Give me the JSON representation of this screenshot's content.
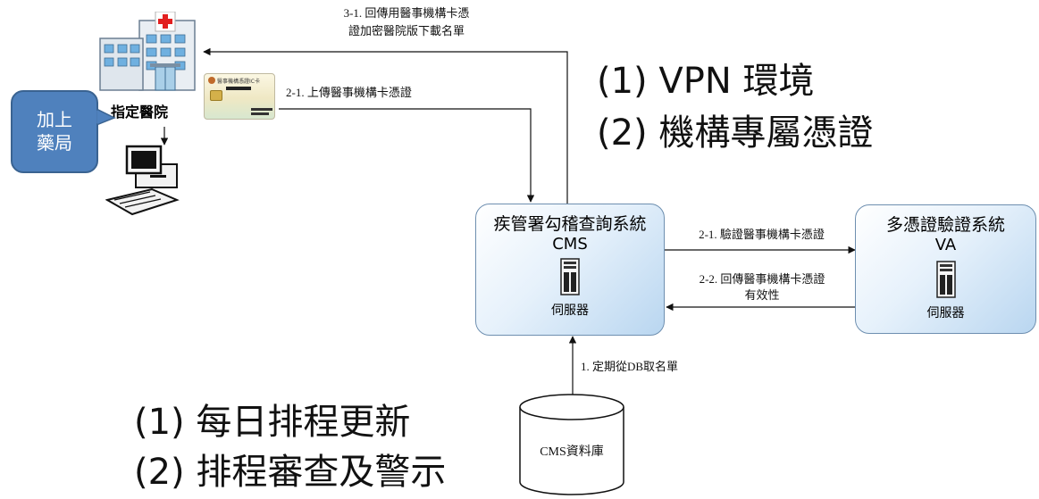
{
  "hospital": {
    "label": "指定醫院",
    "icon": "hospital-icon"
  },
  "callout": {
    "line1": "加上",
    "line2": "藥局"
  },
  "ic_card": {
    "title": "醫事機構憑證IC卡"
  },
  "cms": {
    "title": "疾管署勾稽查詢系統",
    "subtitle": "CMS",
    "footer": "伺服器"
  },
  "va": {
    "title": "多憑證驗證系統",
    "subtitle": "VA",
    "footer": "伺服器"
  },
  "database": {
    "label": "CMS資料庫"
  },
  "arrows": {
    "return_list_line1": "3-1. 回傳用醫事機構卡憑",
    "return_list_line2": "證加密醫院版下載名單",
    "upload_cert": "2-1. 上傳醫事機構卡憑證",
    "verify_cert": "2-1. 驗證醫事機構卡憑證",
    "return_valid_line1": "2-2. 回傳醫事機構卡憑證",
    "return_valid_line2": "有效性",
    "fetch_list": "1. 定期從DB取名單"
  },
  "notes_top": {
    "line1": "(1) VPN 環境",
    "line2": "(2) 機構專屬憑證"
  },
  "notes_bottom": {
    "line1": "(1) 每日排程更新",
    "line2": "(2) 排程審查及警示"
  },
  "colors": {
    "callout": "#4f81bd",
    "box_border": "#6e8fb0",
    "box_gradient_end": "#b9d6f0"
  }
}
